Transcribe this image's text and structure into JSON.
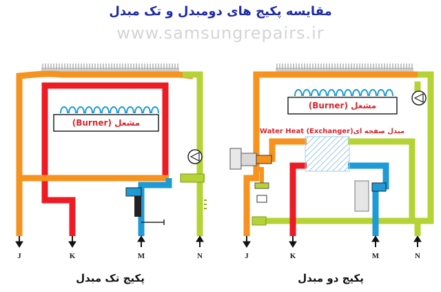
{
  "title": "مقایسه پکیج های دومبدل و تک مبدل",
  "watermark": "www.samsungrepairs.ir",
  "colors": {
    "hot_orange": "#f6921e",
    "hot_red": "#ed1c24",
    "return_green": "#b5d334",
    "cold_blue": "#1e9ad6",
    "flame_blue": "#1a9ad6",
    "burner_text": "#d6262b",
    "title_blue": "#1e2aa8"
  },
  "single": {
    "caption": "پکیج تک مبدل",
    "burner_label": "مشعل (Burner)",
    "ports": {
      "j": "J",
      "k": "K",
      "m": "M",
      "n": "N"
    }
  },
  "double": {
    "caption": "پکیج دو مبدل",
    "burner_label": "مشعل (Burner)",
    "exchanger_label": "مبدل صفحه ای(Water Heat (Exchanger",
    "ports": {
      "j": "J",
      "k": "K",
      "m": "M",
      "n": "N"
    }
  },
  "icons": [
    "pump-icon",
    "flame-icon",
    "valve-icon",
    "down-arrow-icon",
    "up-arrow-icon"
  ]
}
